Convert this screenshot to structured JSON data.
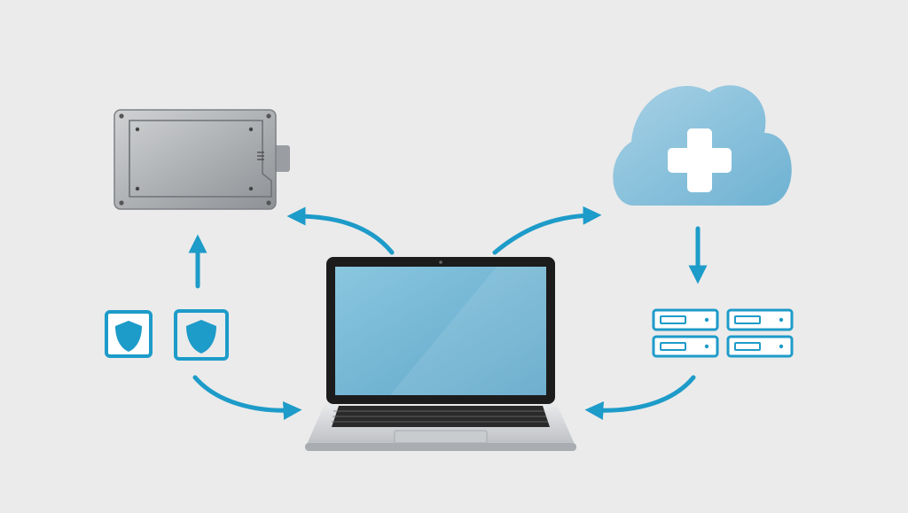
{
  "diagram": {
    "nodes": [
      {
        "id": "external-drive",
        "icon": "hard-drive-icon"
      },
      {
        "id": "cloud",
        "icon": "cloud-plus-icon"
      },
      {
        "id": "laptop",
        "icon": "laptop-icon"
      },
      {
        "id": "security",
        "icon": "shield-icon",
        "count": 2
      },
      {
        "id": "server-rack",
        "icon": "server-drive-icon",
        "count": 4
      }
    ],
    "edges": [
      {
        "from": "laptop",
        "to": "external-drive"
      },
      {
        "from": "laptop",
        "to": "cloud"
      },
      {
        "from": "security",
        "to": "external-drive"
      },
      {
        "from": "security",
        "to": "laptop"
      },
      {
        "from": "cloud",
        "to": "server-rack"
      },
      {
        "from": "server-rack",
        "to": "laptop"
      }
    ]
  },
  "colors": {
    "background": "#ebebeb",
    "accent": "#1d9bc9",
    "cloud": "#8ec3dc",
    "drive_body": "#b4b6b9",
    "screen": "#7bbad6",
    "laptop_frame": "#1c1c1c",
    "keyboard": "#2a2a2a"
  }
}
